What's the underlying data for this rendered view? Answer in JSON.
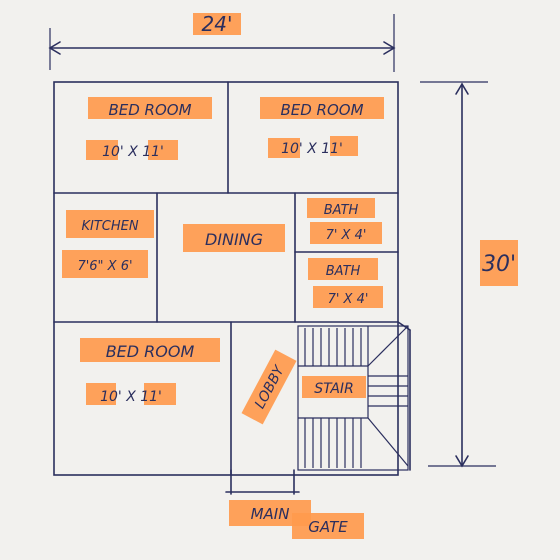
{
  "plan": {
    "width_dimension": "24'",
    "height_dimension": "30'",
    "rooms": {
      "bedroom_top_left": {
        "name": "BED ROOM",
        "size": "10' X 11'"
      },
      "bedroom_top_right": {
        "name": "BED ROOM",
        "size": "10' X 11'"
      },
      "kitchen": {
        "name": "KITCHEN",
        "size": "7'6\" X 6'"
      },
      "dining": {
        "name": "DINING"
      },
      "bath_upper": {
        "name": "BATH",
        "size": "7' X 4'"
      },
      "bath_lower": {
        "name": "BATH",
        "size": "7' X 4'"
      },
      "bedroom_bottom": {
        "name": "BED ROOM",
        "size": "10' X 11'"
      },
      "lobby": {
        "name": "LOBBY"
      },
      "stair": {
        "name": "STAIR"
      }
    },
    "main_gate": {
      "line1": "MAIN",
      "line2": "GATE"
    }
  },
  "colors": {
    "ink": "#2b2f5e",
    "highlight": "#ff9a4d",
    "paper": "#f2f1ee"
  }
}
